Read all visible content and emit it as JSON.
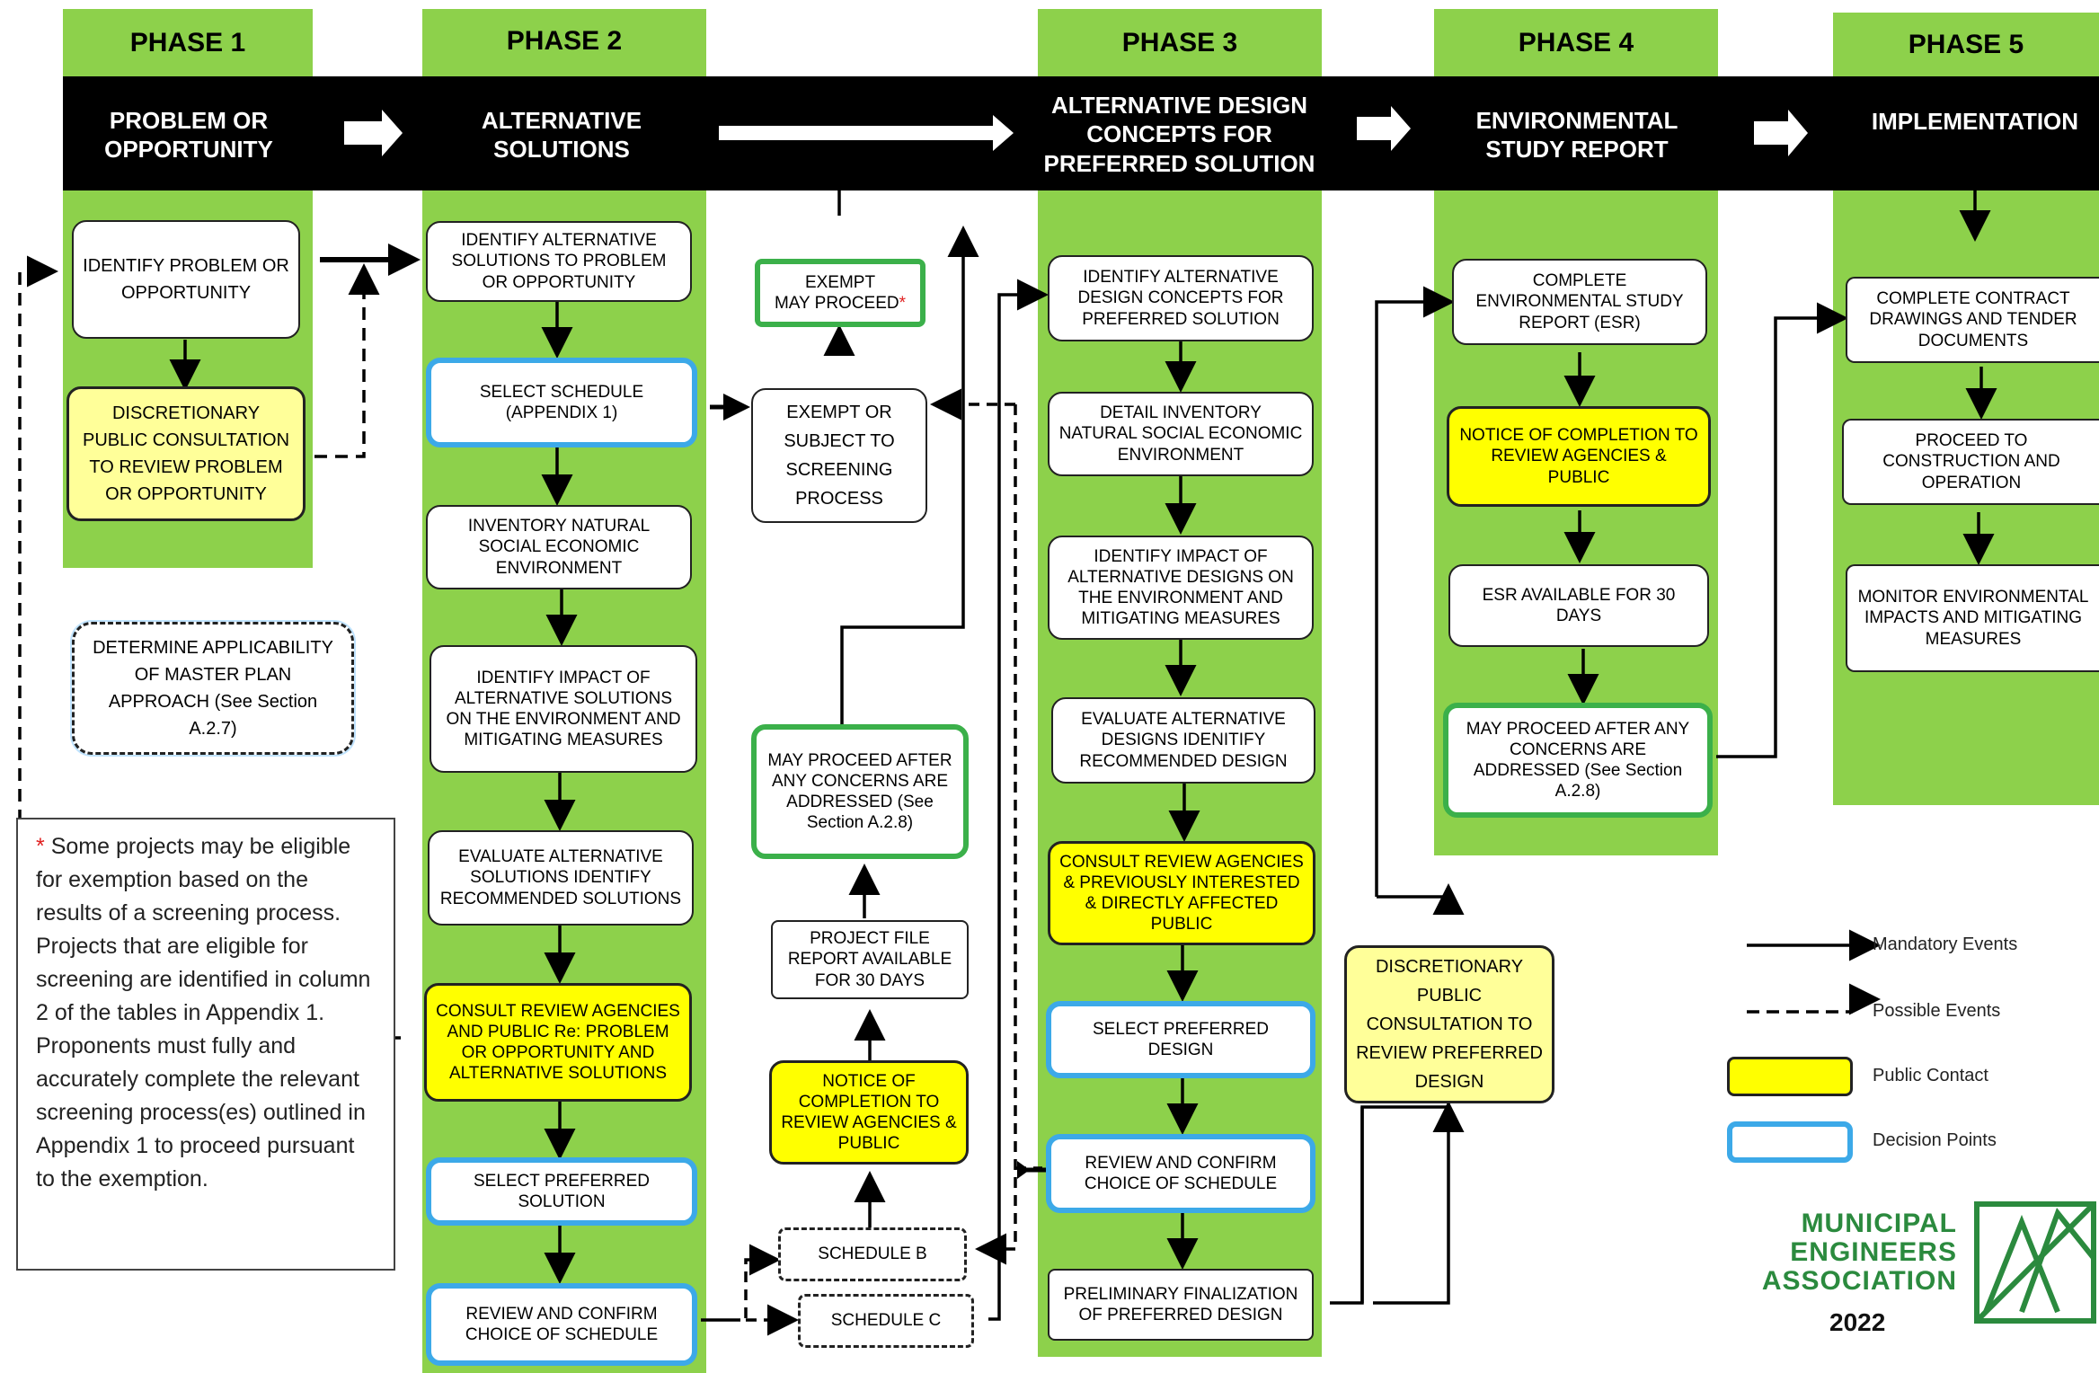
{
  "phases": [
    {
      "title": "PHASE 1",
      "banner": "PROBLEM OR OPPORTUNITY"
    },
    {
      "title": "PHASE 2",
      "banner": "ALTERNATIVE SOLUTIONS"
    },
    {
      "title": "PHASE 3",
      "banner": "ALTERNATIVE DESIGN CONCEPTS FOR PREFERRED SOLUTION"
    },
    {
      "title": "PHASE 4",
      "banner": "ENVIRONMENTAL STUDY REPORT"
    },
    {
      "title": "PHASE 5",
      "banner": "IMPLEMENTATION"
    }
  ],
  "phase1": {
    "identify": "IDENTIFY PROBLEM OR OPPORTUNITY",
    "discretionary": "DISCRETIONARY PUBLIC CONSULTATION TO REVIEW PROBLEM OR OPPORTUNITY",
    "master_plan": "DETERMINE APPLICABILITY OF MASTER PLAN APPROACH (See Section A.2.7)"
  },
  "phase2": {
    "b1": "IDENTIFY ALTERNATIVE SOLUTIONS TO PROBLEM OR OPPORTUNITY",
    "b2": "SELECT SCHEDULE (APPENDIX 1)",
    "b3": "INVENTORY NATURAL SOCIAL ECONOMIC ENVIRONMENT",
    "b4": "IDENTIFY IMPACT OF ALTERNATIVE SOLUTIONS ON THE ENVIRONMENT AND MITIGATING MEASURES",
    "b5": "EVALUATE ALTERNATIVE SOLUTIONS IDENTIFY RECOMMENDED SOLUTIONS",
    "b6": "CONSULT REVIEW AGENCIES AND PUBLIC Re: PROBLEM OR OPPORTUNITY AND ALTERNATIVE SOLUTIONS",
    "b7": "SELECT PREFERRED SOLUTION",
    "b8": "REVIEW AND CONFIRM CHOICE OF SCHEDULE"
  },
  "middle": {
    "exempt": "EXEMPT",
    "exempt2": "MAY PROCEED",
    "exempt_star": "*",
    "exempt_or": "EXEMPT OR SUBJECT TO SCREENING PROCESS",
    "may_proceed": "MAY PROCEED AFTER ANY CONCERNS ARE ADDRESSED (See Section A.2.8)",
    "project_file": "PROJECT FILE REPORT AVAILABLE FOR 30 DAYS",
    "notice": "NOTICE OF COMPLETION TO REVIEW AGENCIES & PUBLIC",
    "schedule_b": "SCHEDULE B",
    "schedule_c": "SCHEDULE C"
  },
  "phase3": {
    "b1": "IDENTIFY ALTERNATIVE DESIGN CONCEPTS FOR PREFERRED SOLUTION",
    "b2": "DETAIL INVENTORY NATURAL SOCIAL ECONOMIC ENVIRONMENT",
    "b3": "IDENTIFY IMPACT OF ALTERNATIVE DESIGNS ON THE ENVIRONMENT AND MITIGATING MEASURES",
    "b4": "EVALUATE ALTERNATIVE DESIGNS IDENITIFY RECOMMENDED DESIGN",
    "b5": "CONSULT REVIEW AGENCIES & PREVIOUSLY INTERESTED & DIRECTLY AFFECTED PUBLIC",
    "b6": "SELECT PREFERRED DESIGN",
    "b7": "REVIEW AND CONFIRM CHOICE OF SCHEDULE",
    "b8": "PRELIMINARY FINALIZATION OF PREFERRED DESIGN",
    "discretionary": "DISCRETIONARY PUBLIC CONSULTATION TO REVIEW PREFERRED DESIGN"
  },
  "phase4": {
    "b1": "COMPLETE ENVIRONMENTAL STUDY REPORT (ESR)",
    "b2": "NOTICE OF COMPLETION TO REVIEW AGENCIES & PUBLIC",
    "b3": "ESR AVAILABLE FOR 30 DAYS",
    "b4": "MAY PROCEED AFTER ANY CONCERNS ARE ADDRESSED (See Section A.2.8)"
  },
  "phase5": {
    "b1": "COMPLETE CONTRACT DRAWINGS AND TENDER DOCUMENTS",
    "b2": "PROCEED TO CONSTRUCTION AND OPERATION",
    "b3": "MONITOR ENVIRONMENTAL IMPACTS AND MITIGATING MEASURES"
  },
  "note": {
    "star": "*",
    "text": "Some projects may be eligible for exemption based on the results of a screening process. Projects that are eligible for screening are identified in column 2 of the tables in Appendix 1. Proponents must fully and accurately complete the relevant screening process(es) outlined in Appendix 1 to proceed pursuant to the exemption."
  },
  "legend": {
    "mandatory": "Mandatory Events",
    "possible": "Possible Events",
    "public": "Public Contact",
    "decision": "Decision Points"
  },
  "logo": {
    "line1": "MUNICIPAL",
    "line2": "ENGINEERS",
    "line3": "ASSOCIATION",
    "year": "2022"
  },
  "colors": {
    "phase_green": "#8dd14b",
    "public_contact": "#ffff00",
    "decision_blue": "#3ca9e8",
    "exempt_green": "#3bb04a"
  }
}
